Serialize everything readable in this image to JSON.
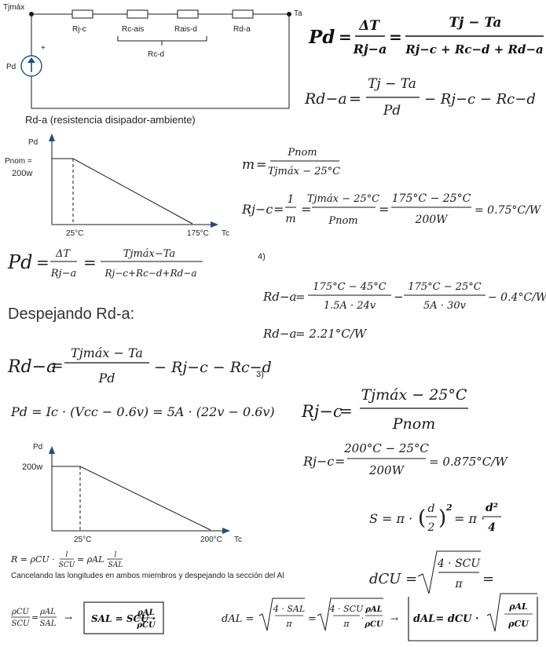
{
  "circuit": {
    "node_left": "Tjmáx",
    "node_right": "Ta",
    "source_label": "Pd",
    "source_plus": "+",
    "resistors": [
      "Rj-c",
      "Rc-ais",
      "Rais-d",
      "Rd-a"
    ],
    "group_label": "Rc-d",
    "caption": "Rd-a (resistencia disipador-ambiente)"
  },
  "eq_top": {
    "pd_lhs": "Pd",
    "pd_frac1_num": "ΔT",
    "pd_frac1_den": "Rj−a",
    "pd_frac2_num": "Tj − Ta",
    "pd_frac2_den": "Rj−c + Rc−d + Rd−a",
    "rda_lhs": "Rd−a",
    "rda_num": "Tj − Ta",
    "rda_den": "Pd",
    "rda_rest": "− Rj−c − Rc−d"
  },
  "graph1": {
    "ylabel": "Pd",
    "ytick1": "Pnom =",
    "ytick2": "200w",
    "xtick1": "25°C",
    "xtick2": "175°C",
    "xlabel": "Tc"
  },
  "eq_m": {
    "lhs": "m",
    "num": "Pnom",
    "den": "Tjmáx − 25°C"
  },
  "eq_rjc1": {
    "lhs": "Rj−c",
    "f1_num": "1",
    "f1_den": "m",
    "f2_num": "Tjmáx − 25°C",
    "f2_den": "Pnom",
    "f3_num": "175°C − 25°C",
    "f3_den": "200W",
    "result": "= 0.75°C/W"
  },
  "eq_pd2": {
    "lhs": "Pd",
    "f1_num": "ΔT",
    "f1_den": "Rj−a",
    "f2_num": "Tjmáx−Ta",
    "f2_den": "Rj−c+Rc−d+Rd−a"
  },
  "marker4": "4)",
  "eq_rda_num": {
    "lhs": "Rd−a",
    "f1_num": "175°C − 45°C",
    "f1_den": "1.5A · 24v",
    "f2_num": "175°C − 25°C",
    "f2_den": "5A · 30v",
    "rest": "− 0.4°C/W",
    "result_lhs": "Rd−a",
    "result": "= 2.21°C/W"
  },
  "despejando": "Despejando Rd-a:",
  "eq_rda_big": {
    "lhs": "Rd−a",
    "num": "Tjmáx − Ta",
    "den": "Pd",
    "rest": "− Rj−c − Rc−d"
  },
  "marker3": "3)",
  "eq_pd3": "Pd = Ic · (Vcc − 0.6v) = 5A · (22v − 0.6v)",
  "eq_rjc_big": {
    "lhs": "Rj−c",
    "num": "Tjmáx − 25°C",
    "den": "Pnom"
  },
  "graph2": {
    "ylabel": "Pd",
    "ytick": "200w",
    "xtick1": "25°C",
    "xtick2": "200°C",
    "xlabel": "Tc"
  },
  "eq_rjc2": {
    "lhs": "Rj−c",
    "num": "200°C − 25°C",
    "den": "200W",
    "result": "= 0.875°C/W"
  },
  "eq_s": {
    "lhs": "S = π ·",
    "paren_num": "d",
    "paren_den": "2",
    "exp": "2",
    "mid": "= π ·",
    "f_num": "d²",
    "f_den": "4"
  },
  "eq_r": {
    "lhs": "R = ρCU ·",
    "f1_num": "l",
    "f1_den": "SCU",
    "mid": "= ρAL ·",
    "f2_num": "l",
    "f2_den": "SAL"
  },
  "cancel_text": "Cancelando las longitudes en ambos miembros y despejando la sección del Al",
  "eq_dcu": {
    "lhs": "dCU =",
    "num": "4 · SCU",
    "den": "π",
    "tail": "="
  },
  "eq_ratio": {
    "f1_num": "ρCU",
    "f1_den": "SCU",
    "f2_num": "ρAL",
    "f2_den": "SAL",
    "arrow": "→",
    "box_lhs": "SAL = SCU ·",
    "box_num": "ρAL",
    "box_den": "ρCU"
  },
  "eq_dal": {
    "lhs": "dAL =",
    "r1_num": "4 · SAL",
    "r1_den": "π",
    "r2_num": "4 · SCU",
    "r2_den": "π",
    "r2_mult_num": "ρAL",
    "r2_mult_den": "ρCU",
    "arrow": "→",
    "box_lhs": "dAL= dCU ·",
    "box_num": "ρAL",
    "box_den": "ρCU"
  }
}
